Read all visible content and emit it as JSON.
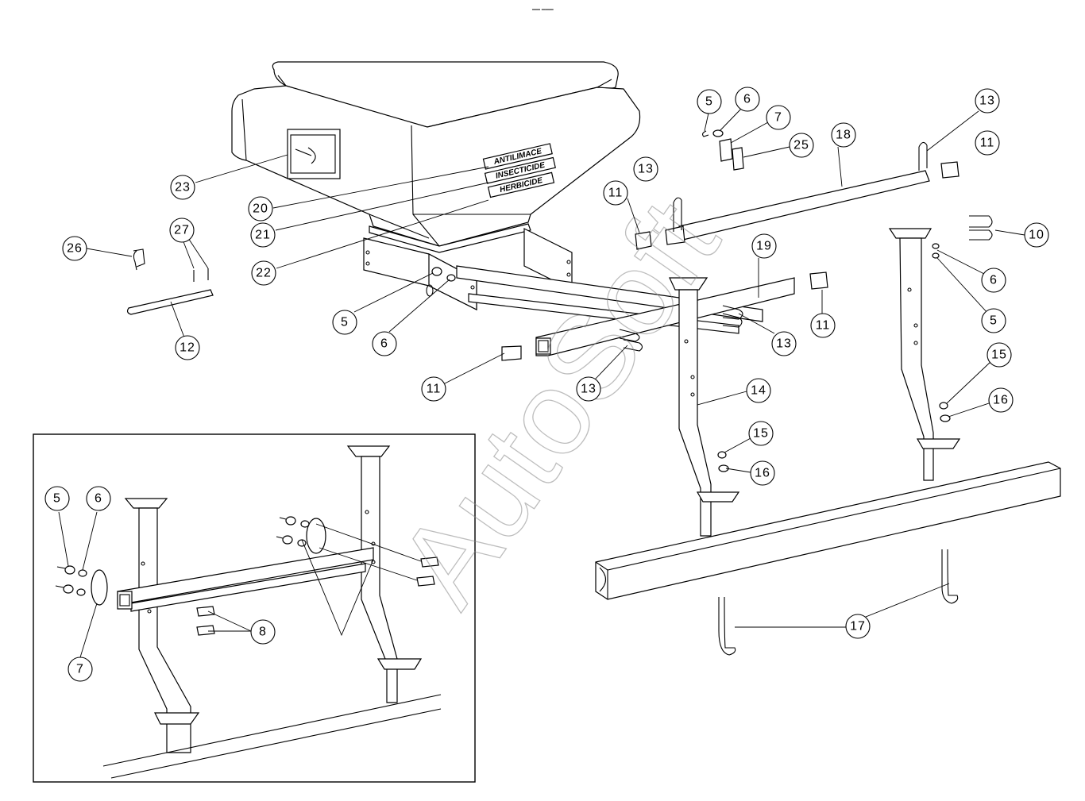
{
  "header_mark": "══ ═══",
  "watermark": "AutoSoft",
  "decals": [
    "ANTILIMACE",
    "INSECTICIDE",
    "HERBICIDE"
  ],
  "callouts": {
    "c5a": "5",
    "c6a": "6",
    "c7a": "7",
    "c13a": "13",
    "c25": "25",
    "c18": "18",
    "c11a": "11",
    "c19": "19",
    "c10": "10",
    "c6b": "6",
    "c5b": "5",
    "c23": "23",
    "c20": "20",
    "c21": "21",
    "c22": "22",
    "c26": "26",
    "c27": "27",
    "c12": "12",
    "c5c": "5",
    "c6c": "6",
    "c11b": "11",
    "c13b": "13",
    "c13c": "13",
    "c11c": "11",
    "c11d": "11",
    "c15a": "15",
    "c16a": "16",
    "c14": "14",
    "c15b": "15",
    "c16b": "16",
    "c17": "17",
    "i5": "5",
    "i6": "6",
    "i7": "7",
    "i8": "8"
  }
}
